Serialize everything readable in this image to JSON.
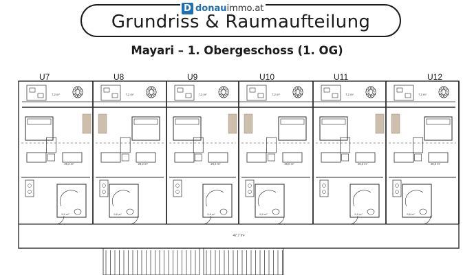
{
  "header": {
    "title": "Grundriss & Raumaufteilung",
    "brand_mark": "D",
    "brand_strong": "donau",
    "brand_light": "immo.at",
    "brand_color": "#1f6fb2"
  },
  "subtitle": "Mayari – 1. Obergeschoss (1. OG)",
  "units": [
    {
      "label": "U7",
      "terrace_area": "7,2 m²",
      "living_area": "29,2 m²",
      "bath_area": "5,6 m²"
    },
    {
      "label": "U8",
      "terrace_area": "7,2 m²",
      "living_area": "28,2 m²",
      "bath_area": "5,6 m²"
    },
    {
      "label": "U9",
      "terrace_area": "7,2 m²",
      "living_area": "29,2 m²",
      "bath_area": "5,6 m²"
    },
    {
      "label": "U10",
      "terrace_area": "7,2 m²",
      "living_area": "28,0 m²",
      "bath_area": "5,6 m²"
    },
    {
      "label": "U11",
      "terrace_area": "7,2 m²",
      "living_area": "28,2 m²",
      "bath_area": "5,6 m²"
    },
    {
      "label": "U12",
      "terrace_area": "7,2 m²",
      "living_area": "28,0 m²",
      "bath_area": "5,6 m²"
    }
  ],
  "corridor_area": "47,7 m²"
}
